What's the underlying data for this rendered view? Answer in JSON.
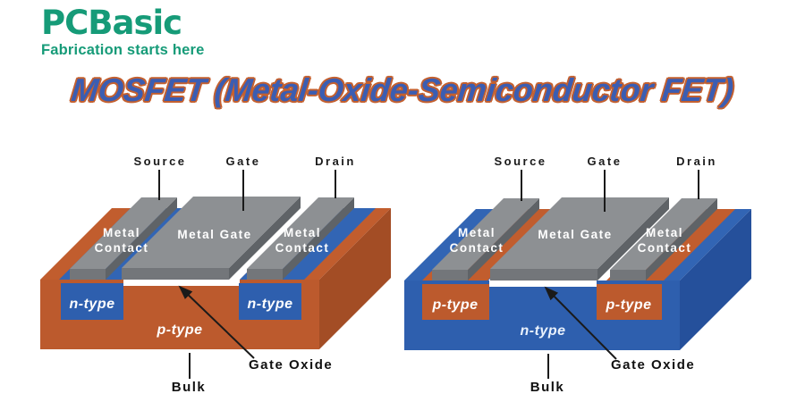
{
  "brand": {
    "name": "PCBasic",
    "tagline": "Fabrication starts here",
    "color": "#169b78"
  },
  "title": {
    "text": "MOSFET (Metal-Oxide-Semiconductor FET)",
    "fill_color": "#3b5db2",
    "outline_color": "#c4602f"
  },
  "left_diagram": {
    "type": "NMOS structure",
    "terminals": {
      "source": "Source",
      "gate": "Gate",
      "drain": "Drain"
    },
    "metal_contact": {
      "line1": "Metal",
      "line2": "Contact"
    },
    "metal_gate": "Metal Gate",
    "well_label": "n-type",
    "substrate_label": "p-type",
    "bulk_label": "Bulk",
    "gate_oxide_label": "Gate Oxide",
    "substrate_color": "#bc5a2d",
    "well_color": "#2e5fae"
  },
  "right_diagram": {
    "type": "PMOS structure",
    "terminals": {
      "source": "Source",
      "gate": "Gate",
      "drain": "Drain"
    },
    "metal_contact": {
      "line1": "Metal",
      "line2": "Contact"
    },
    "metal_gate": "Metal Gate",
    "well_label": "p-type",
    "substrate_label": "n-type",
    "bulk_label": "Bulk",
    "gate_oxide_label": "Gate Oxide",
    "substrate_color": "#2e5fae",
    "well_color": "#bc5a2d"
  },
  "palette": {
    "metal_gray": "#8d9093",
    "gate_oxide_white": "#ffffff",
    "annotation_black": "#1a1a1a"
  }
}
